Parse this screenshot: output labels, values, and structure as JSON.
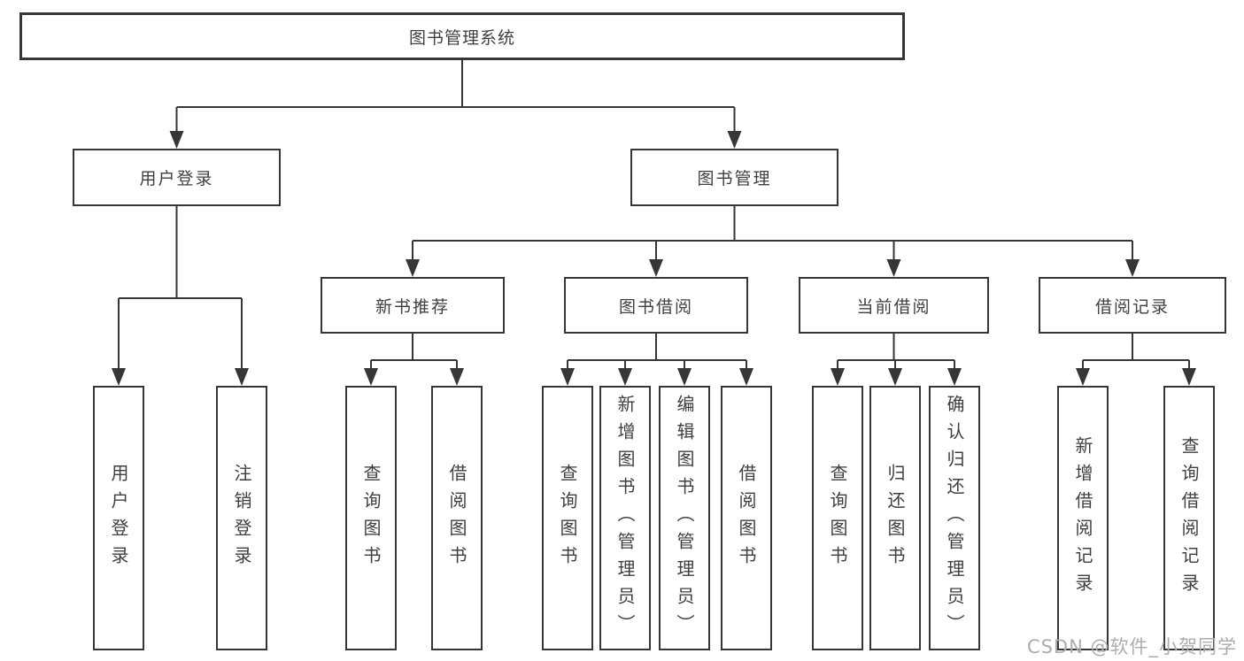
{
  "diagram": {
    "colors": {
      "line": "#363636",
      "box_border": "#363636",
      "text": "#3f3f3f",
      "watermark": "#adadad",
      "background": "#ffffff"
    },
    "watermark": {
      "text": "CSDN @软件_小贺同学"
    },
    "tree": {
      "label": "图书管理系统",
      "children": [
        {
          "label": "用户登录",
          "children": [
            {
              "label": "用户登录"
            },
            {
              "label": "注销登录"
            }
          ]
        },
        {
          "label": "图书管理",
          "children": [
            {
              "label": "新书推荐",
              "children": [
                {
                  "label": "查询图书"
                },
                {
                  "label": "借阅图书"
                }
              ]
            },
            {
              "label": "图书借阅",
              "children": [
                {
                  "label": "查询图书"
                },
                {
                  "label": "新增图书（管理员）"
                },
                {
                  "label": "编辑图书（管理员）"
                },
                {
                  "label": "借阅图书"
                }
              ]
            },
            {
              "label": "当前借阅",
              "children": [
                {
                  "label": "查询图书"
                },
                {
                  "label": "归还图书"
                },
                {
                  "label": "确认归还（管理员）"
                }
              ]
            },
            {
              "label": "借阅记录",
              "children": [
                {
                  "label": "新增借阅记录"
                },
                {
                  "label": "查询借阅记录"
                }
              ]
            }
          ]
        }
      ]
    }
  }
}
